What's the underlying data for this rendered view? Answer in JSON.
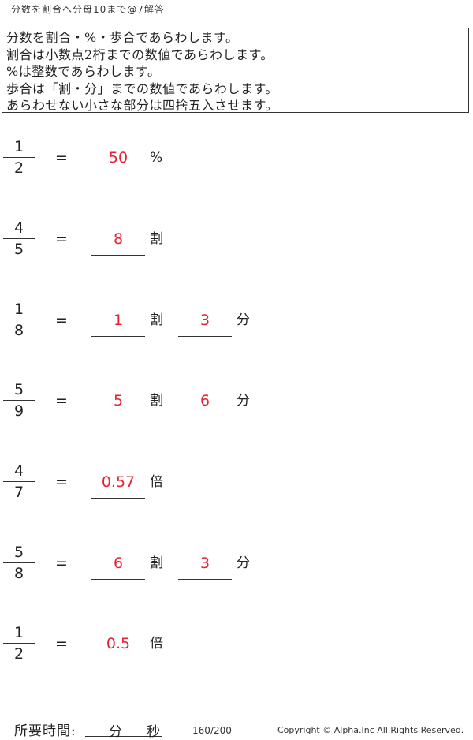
{
  "title": "分数を割合へ分母10まで@7解答",
  "instructions": [
    "分数を割合・%・歩合であらわします。",
    "割合は小数点2桁までの数値であらわします。",
    "%は整数であらわします。",
    "歩合は「割・分」までの数値であらわします。",
    "あらわせない小さな部分は四捨五入させます。"
  ],
  "equals": "=",
  "problems": [
    {
      "num": "1",
      "den": "2",
      "a1": "50",
      "u1": "%",
      "a2": "",
      "u2": ""
    },
    {
      "num": "4",
      "den": "5",
      "a1": "8",
      "u1": "割",
      "a2": "",
      "u2": ""
    },
    {
      "num": "1",
      "den": "8",
      "a1": "1",
      "u1": "割",
      "a2": "3",
      "u2": "分"
    },
    {
      "num": "5",
      "den": "9",
      "a1": "5",
      "u1": "割",
      "a2": "6",
      "u2": "分"
    },
    {
      "num": "4",
      "den": "7",
      "a1": "0.57",
      "u1": "倍",
      "a2": "",
      "u2": ""
    },
    {
      "num": "5",
      "den": "8",
      "a1": "6",
      "u1": "割",
      "a2": "3",
      "u2": "分"
    },
    {
      "num": "1",
      "den": "2",
      "a1": "0.5",
      "u1": "倍",
      "a2": "",
      "u2": ""
    }
  ],
  "footer": {
    "time_label": "所要時間:",
    "minutes_label": "分",
    "seconds_label": "秒",
    "score": "160/200",
    "copyright": "Copyright © Alpha.Inc All Rights Reserved."
  }
}
